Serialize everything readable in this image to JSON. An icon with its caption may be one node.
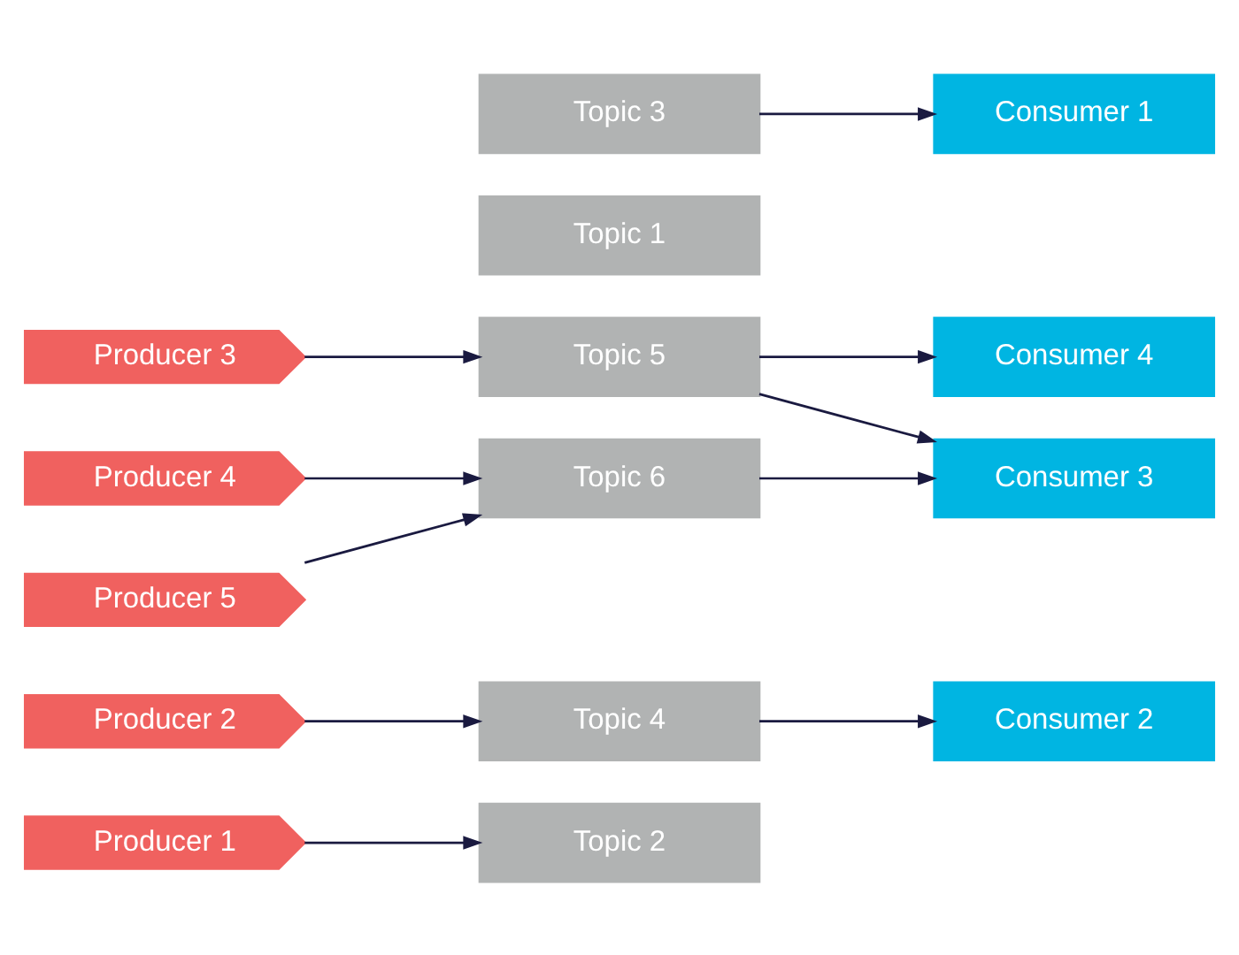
{
  "diagram": {
    "nodes": [
      {
        "text": [
          "Topic 1"
        ]
      },
      {
        "text": [
          "Producer 1"
        ]
      },
      {
        "text": [
          "Topic 2"
        ]
      },
      {
        "text": [
          "Topic 3"
        ]
      },
      {
        "text": [
          "Consumer 1"
        ]
      },
      {
        "text": [
          "Producer 2"
        ]
      },
      {
        "text": [
          "Topic 4"
        ]
      },
      {
        "text": [
          "Consumer 2"
        ]
      },
      {
        "text": [
          "Producer 3"
        ]
      },
      {
        "text": [
          "Topic 5"
        ]
      },
      {
        "text": [
          "Consumer 3"
        ]
      },
      {
        "text": [
          "Producer 4"
        ]
      },
      {
        "text": [
          "Topic 6"
        ]
      },
      {
        "text": [
          "Consumer 4"
        ]
      },
      {
        "text": [
          "Producer 5"
        ]
      }
    ],
    "edges": [
      {
        "from": 1,
        "to": 2,
        "arrow": "to"
      },
      {
        "from": 3,
        "to": 4,
        "arrow": "to"
      },
      {
        "from": 5,
        "to": 6,
        "arrow": "to"
      },
      {
        "from": 6,
        "to": 7,
        "arrow": "to"
      },
      {
        "from": 8,
        "to": 9,
        "arrow": "to"
      },
      {
        "from": 9,
        "to": 10,
        "arrow": "to"
      },
      {
        "from": 9,
        "to": 13,
        "arrow": "to"
      },
      {
        "from": 11,
        "to": 12,
        "arrow": "to"
      },
      {
        "from": 14,
        "to": 12,
        "arrow": "to"
      },
      {
        "from": 12,
        "to": 10,
        "arrow": "to"
      }
    ]
  }
}
